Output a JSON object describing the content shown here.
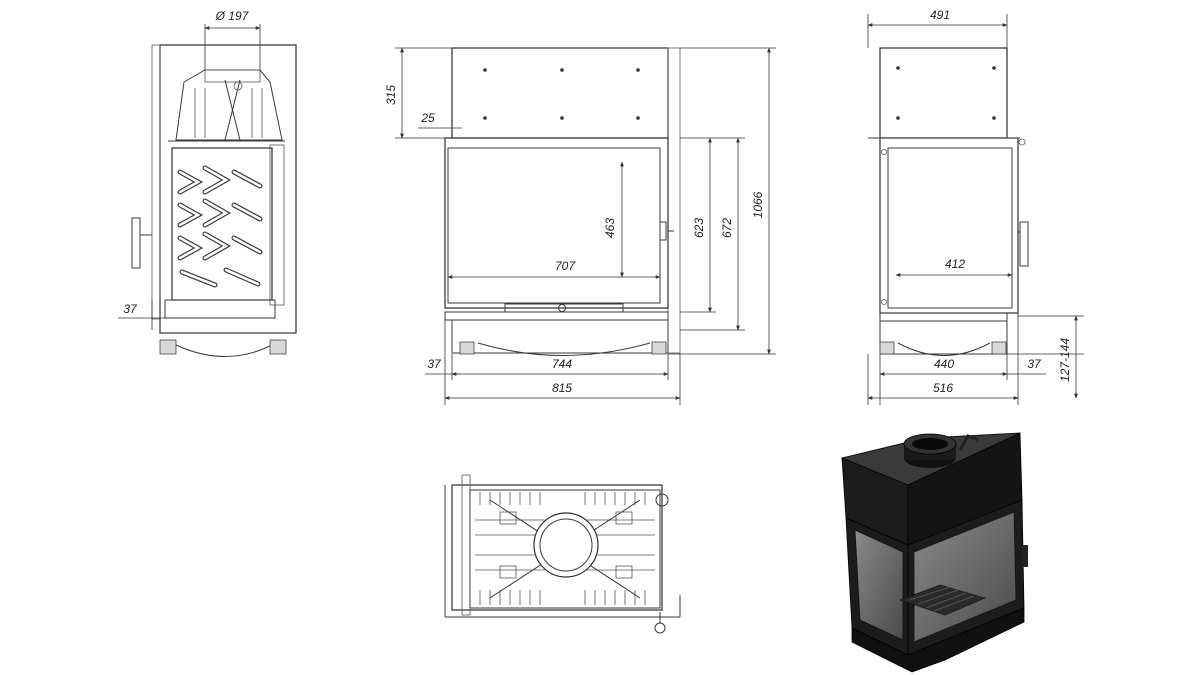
{
  "dimensions": {
    "flue_diameter": "Ø 197",
    "left_side_offset": "37",
    "top_height": "315",
    "top_inset": "25",
    "opening_height": "463",
    "glass_height": "623",
    "door_height": "672",
    "total_height": "1066",
    "opening_width": "707",
    "front_left_offset": "37",
    "front_inner_width": "744",
    "front_total_width": "815",
    "side_top_width": "491",
    "side_opening_width": "412",
    "side_inner_width": "440",
    "side_right_offset": "37",
    "side_total_width": "516",
    "leg_height_range": "127-144"
  },
  "colors": {
    "line": "#3a3a3a",
    "render_body": "#1c1c1c",
    "render_glass": "#6e6e6e"
  }
}
